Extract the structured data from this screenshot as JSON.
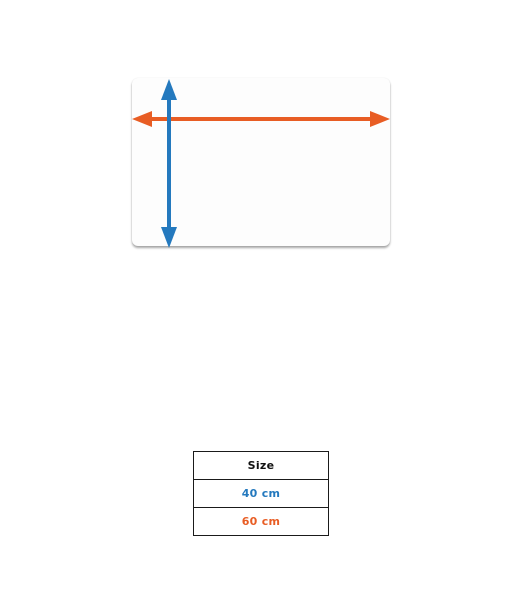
{
  "colors": {
    "vertical": "#2479be",
    "horizontal": "#e85d24",
    "header_text": "#111111"
  },
  "table": {
    "header": "Size",
    "rows": [
      {
        "label": "40 cm",
        "color_key": "vertical"
      },
      {
        "label": "60 cm",
        "color_key": "horizontal"
      }
    ]
  }
}
